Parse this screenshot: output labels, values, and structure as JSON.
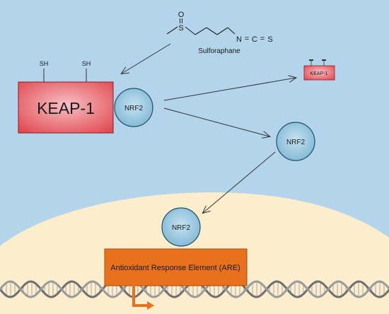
{
  "molecule": {
    "name": "Sulforaphane",
    "atom_s": "S",
    "atom_o": "O",
    "atom_n": "N",
    "atom_c": "C",
    "atom_s2": "S",
    "double_bond": "="
  },
  "keap1_large": {
    "label": "KEAP-1",
    "sh_left": "SH",
    "sh_right": "SH"
  },
  "keap1_small": {
    "label": "KEAP-1"
  },
  "nrf2": {
    "bound_label": "NRF2",
    "free_label": "NRF2",
    "nuclear_label": "NRF2"
  },
  "are": {
    "label": "Antioxidant Response Element (ARE)"
  },
  "colors": {
    "cytoplasm": "#b3d4ea",
    "nucleus": "#fcedcd",
    "keap1_red": "#e2484f",
    "keap1_pink": "#f6c0c6",
    "nrf2_fill": "#8ec3dd",
    "nrf2_stroke": "#1f4f66",
    "are_orange": "#e8711d",
    "dna_strand": "#8a8a8a"
  }
}
